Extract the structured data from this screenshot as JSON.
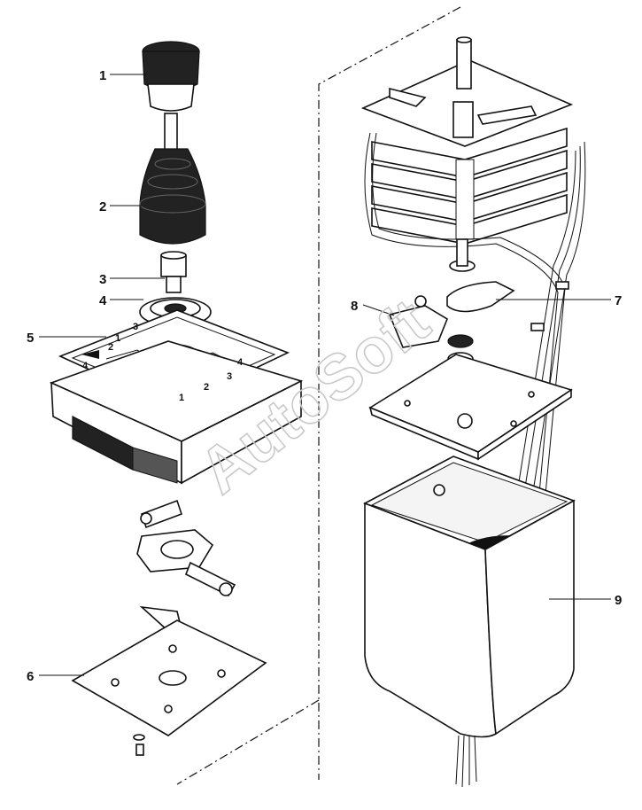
{
  "watermark": "AutoSoft",
  "callouts": [
    {
      "id": "1",
      "text": "1"
    },
    {
      "id": "2",
      "text": "2"
    },
    {
      "id": "3",
      "text": "3"
    },
    {
      "id": "4",
      "text": "4"
    },
    {
      "id": "5",
      "text": "5"
    },
    {
      "id": "6",
      "text": "6"
    },
    {
      "id": "7",
      "text": "7"
    },
    {
      "id": "8",
      "text": "8"
    },
    {
      "id": "9",
      "text": "9"
    }
  ],
  "gate_marks": {
    "top_1": "1",
    "top_2": "2",
    "top_3": "3",
    "top_4": "4",
    "side_1": "1",
    "side_2": "2",
    "side_3": "3",
    "side_4": "4"
  }
}
